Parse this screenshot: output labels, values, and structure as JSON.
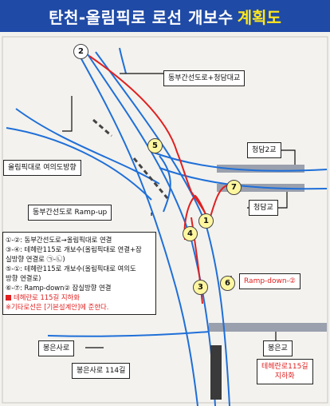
{
  "title": {
    "main": "탄천-올림픽로 로선 개보수",
    "highlight": "계획도"
  },
  "labels": {
    "dongbu_cheongdam": "동부간선도로+청담대교",
    "olympic_yeouido": "올림픽대로 여의도방향",
    "cheongdam2": "청담2교",
    "cheongdam": "청담교",
    "dongbu_rampup": "동부간선도로 Ramp-up",
    "rampdown": "Ramp-down-②",
    "bongeun_left": "봉은사로",
    "bongeun_right": "봉은교",
    "bongeun114": "봉은사로 114길",
    "teheran115": "테헤란로115길",
    "teheran115_b": "지하화"
  },
  "legend": [
    "①-②: 동부간선도로→올림픽대로 연결",
    "③-④: 테헤란115로 개보수(올림픽대로 연결+잠",
    "실방향 연결로 ㉠-㉡)",
    "⑤-①: 테헤란115로 개보수(올림픽대로 여의도",
    "방향 연결로)",
    "⑥-⑦: Ramp-down② 잠실방향 연결",
    "테헤란로 115길 지하화",
    "※기타로선은 [기본설계안]에 준한다."
  ],
  "points": [
    "1",
    "2",
    "3",
    "4",
    "5",
    "6",
    "7"
  ],
  "colors": {
    "blue": "#1f6fd8",
    "red": "#e02020",
    "yellow": "#fff6a0",
    "header": "#1f4aa6"
  }
}
